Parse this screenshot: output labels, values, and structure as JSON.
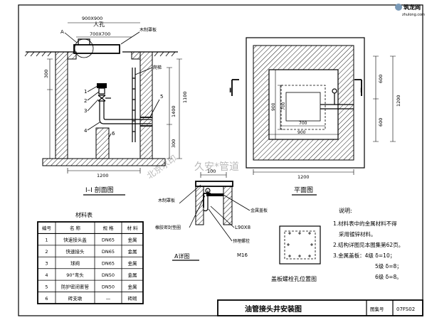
{
  "logo": {
    "brand": "筑龙网",
    "site": "zhulong.com"
  },
  "watermark": {
    "primary": "久安*管道",
    "secondary": "北京水印"
  },
  "section": {
    "title": "I–I 剖面图",
    "label_A": "A",
    "manhole_label": "人孔",
    "dims": {
      "outer_opening": "900X900",
      "inner_opening": "700X700",
      "h300_top": "300",
      "h1100": "1100",
      "h1400": "1400",
      "h300_bottom": "300",
      "width1200": "1200"
    },
    "callouts": {
      "wood_cover": "木制罩板",
      "ladder": "爬梯"
    },
    "numbers": [
      "1",
      "2",
      "3",
      "4",
      "5",
      "6"
    ]
  },
  "plan": {
    "title": "平面图",
    "marker": "I",
    "dims": {
      "top600": "600",
      "bottom600": "600",
      "right1200": "1200",
      "left900": "900",
      "left700": "700",
      "inner700": "700",
      "inner900": "900",
      "bottom1200": "1200"
    }
  },
  "materials": {
    "title": "材料表",
    "headers": [
      "编号",
      "名  称",
      "规 格",
      "材 料"
    ],
    "rows": [
      [
        "1",
        "快速接头盖",
        "DN65",
        "金属"
      ],
      [
        "2",
        "快速接头",
        "DN65",
        "金属"
      ],
      [
        "3",
        "球阀",
        "DN65",
        "金属"
      ],
      [
        "4",
        "90°弯头",
        "DN50",
        "金属"
      ],
      [
        "5",
        "防护密闭套管",
        "DN50",
        "金属"
      ],
      [
        "6",
        "砖支墩",
        "—",
        "砖砌"
      ]
    ]
  },
  "detail": {
    "title": "A详图",
    "dim100": "100",
    "labels": {
      "wood_cover": "木制罩板",
      "rubber_seal": "橡胶密封垫圈",
      "metal_cover": "金属盖板",
      "angle": "L90X8",
      "bolt_name": "预埋螺栓",
      "bolt_size": "M16"
    }
  },
  "bolt_plan": {
    "title": "盖板螺栓孔位置图"
  },
  "notes": {
    "heading": "说明:",
    "lines": [
      "1.材料表中的金属材料不得",
      "采用镀锌材料。",
      "2.结构详图见本图集第62页。",
      "3.金属盖板：4级  δ=10；",
      "5级  δ=8；",
      "6级  δ=8。"
    ]
  },
  "title_block": {
    "title": "油管接头井安装图",
    "label": "图集号",
    "code": "07FS02"
  }
}
